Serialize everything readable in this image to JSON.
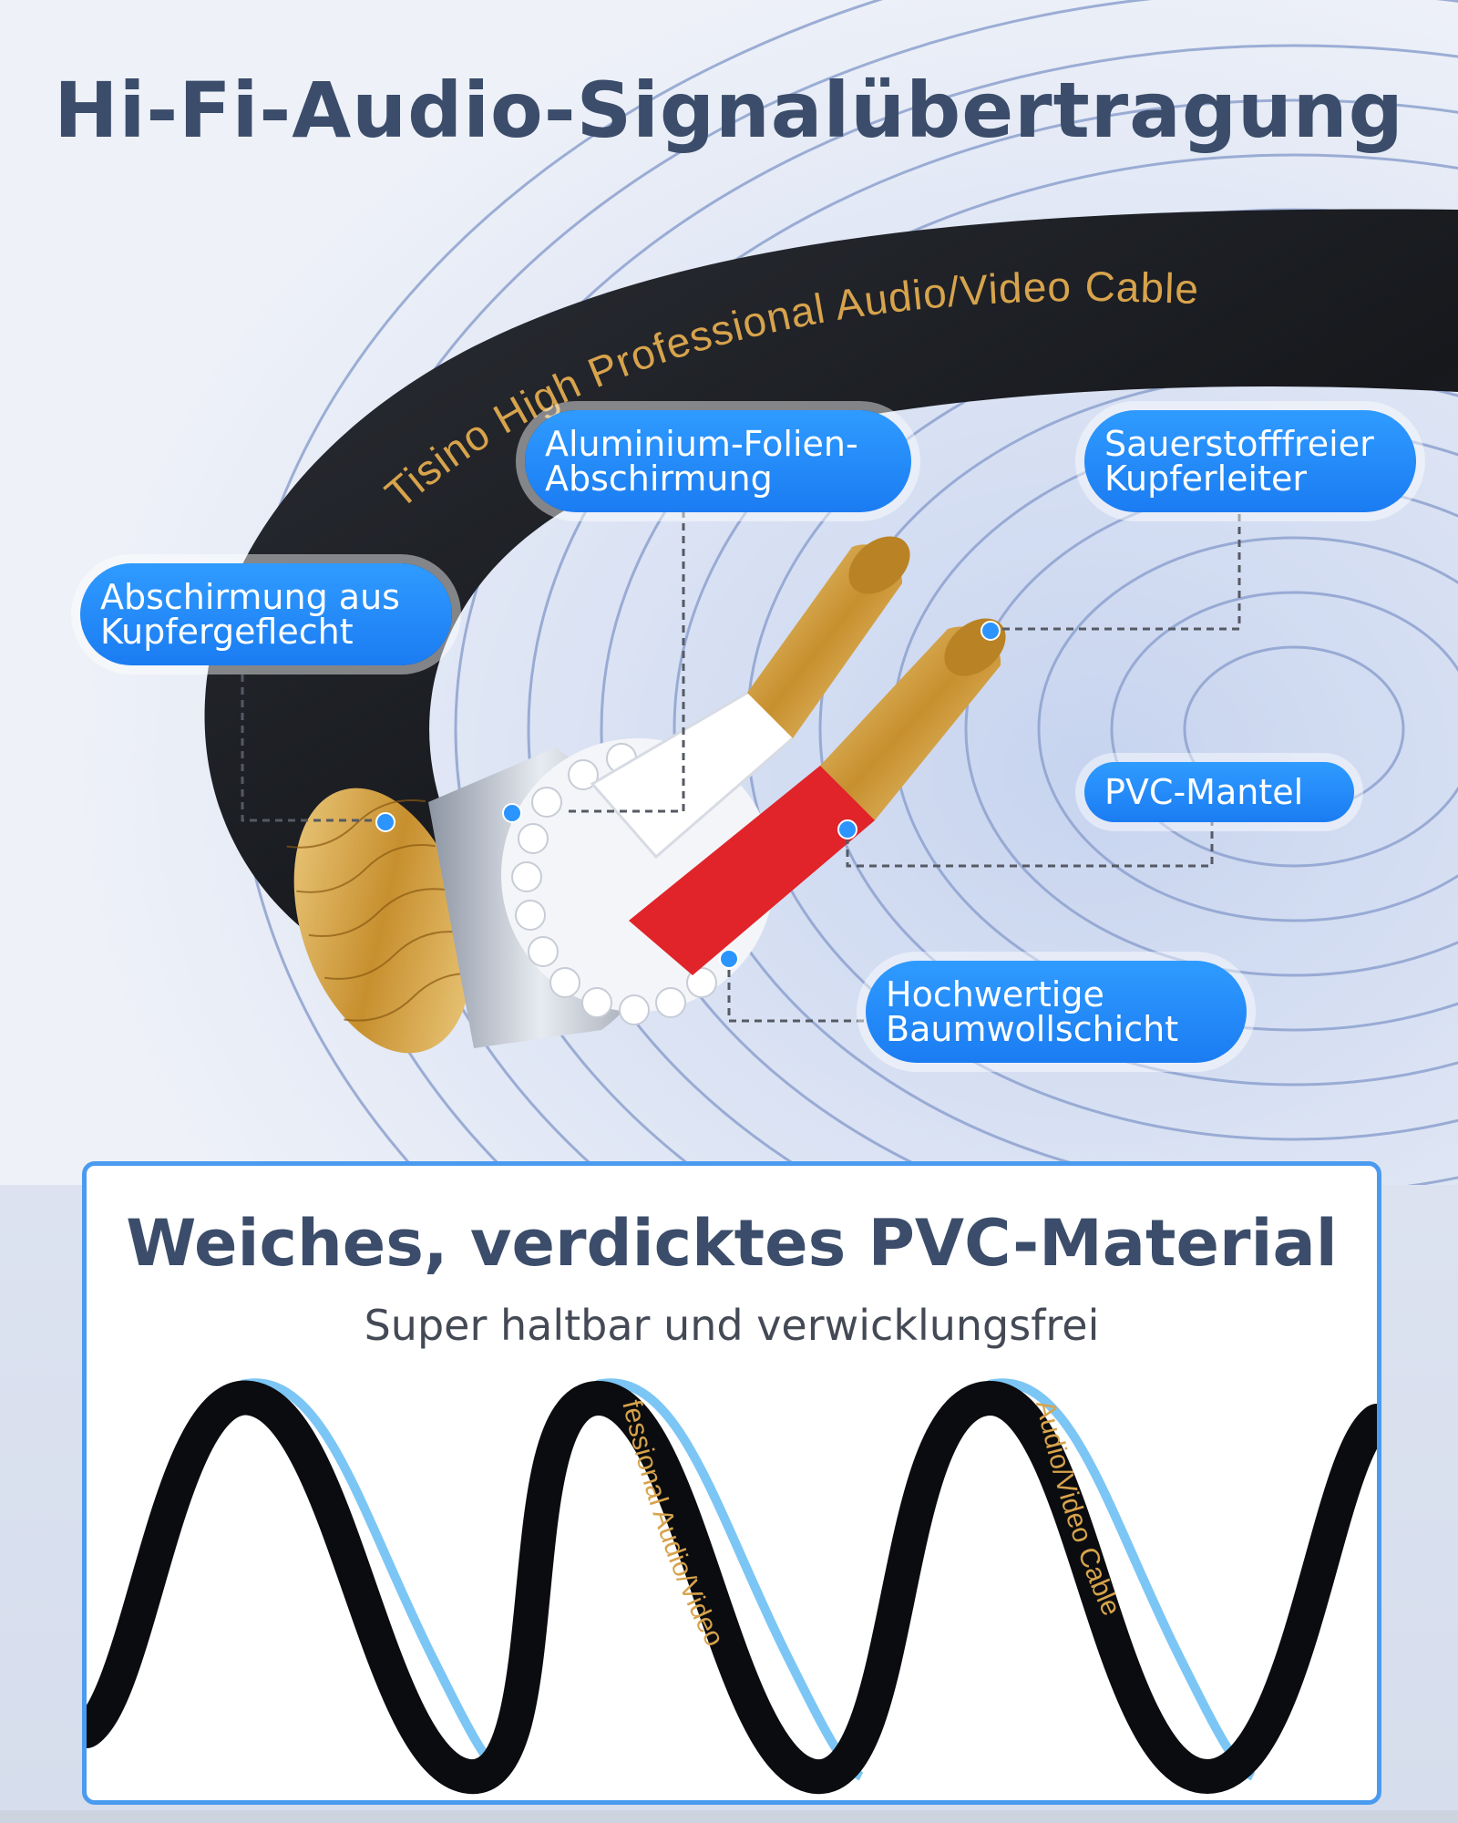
{
  "title": "Hi-Fi-Audio-Signalübertragung",
  "cable_print": "Tisino High Professional  Audio/Video Cable",
  "callouts": {
    "aluminium": [
      "Aluminium-Folien-",
      "Abschirmung"
    ],
    "copper_conductor": [
      "Sauerstofffreier",
      "Kupferleiter"
    ],
    "braid": [
      "Abschirmung aus",
      "Kupfergeflecht"
    ],
    "pvc": [
      "PVC-Mantel"
    ],
    "cotton": [
      "Hochwertige",
      "Baumwollschicht"
    ]
  },
  "feature": {
    "title": "Weiches, verdicktes PVC-Material",
    "subtitle": "Super haltbar und verwicklungsfrei",
    "cable_print": [
      "fessional Audio/Video",
      "Audio/Video Cable"
    ]
  },
  "colors": {
    "title": "#3b4d6a",
    "callout": "#1f86f5",
    "accent_border": "#4a9bf0",
    "gold": "#d7a34c"
  }
}
